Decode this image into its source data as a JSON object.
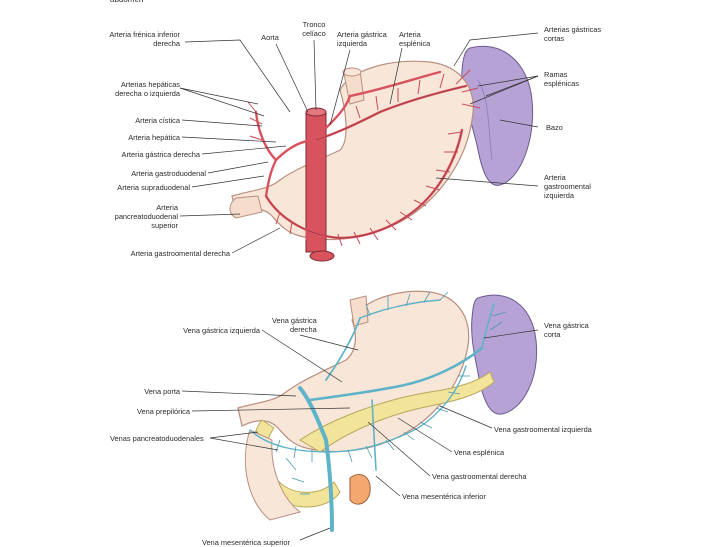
{
  "header_fragment": "abdomen",
  "top": {
    "labels": {
      "frenica_1": "Arteria frénica inferior",
      "frenica_2": "derecha",
      "aorta": "Aorta",
      "tronco_1": "Tronco",
      "tronco_2": "celíaco",
      "gastrica_izq_1": "Arteria gástrica",
      "gastrica_izq_2": "izquierda",
      "esplenica_1": "Arteria",
      "esplenica_2": "esplénica",
      "gastricas_cortas_1": "Arterias gástricas",
      "gastricas_cortas_2": "cortas",
      "hepaticas_1": "Arterias hepáticas",
      "hepaticas_2": "derecha o izquierda",
      "ramas_1": "Ramas",
      "ramas_2": "esplénicas",
      "cistica": "Arteria cística",
      "hepatica": "Arteria hepática",
      "bazo": "Bazo",
      "gastrica_der": "Arteria gástrica derecha",
      "gastroduodenal": "Arteria gastroduodenal",
      "supraduodenal": "Arteria supraduodenal",
      "gastroomental_izq_1": "Arteria",
      "gastroomental_izq_2": "gastroomental",
      "gastroomental_izq_3": "izquierda",
      "pancreato_1": "Arteria",
      "pancreato_2": "pancreatoduodenal",
      "pancreato_3": "superior",
      "gastroomental_der": "Arteria gastroomental derecha"
    }
  },
  "bottom": {
    "labels": {
      "v_gastrica_izq": "Vena gástrica izquierda",
      "v_gastrica_der_1": "Vena gástrica",
      "v_gastrica_der_2": "derecha",
      "v_gastrica_corta_1": "Vena gástrica",
      "v_gastrica_corta_2": "corta",
      "v_porta": "Vena porta",
      "v_prepilorica": "Vena prepilórica",
      "v_gastroomental_izq": "Vena gastroomental izquierda",
      "v_pancreato": "Venas pancreatoduodenales",
      "v_esplenica": "Vena esplénica",
      "v_gastroomental_der": "Vena gastroomental derecha",
      "v_mesenterica_inf": "Vena mesentérica inferior",
      "v_mesenterica_sup": "Vena mesentérica superior"
    }
  },
  "colors": {
    "stomach_fill": "#f8e6d8",
    "stomach_edge": "#b98f80",
    "artery": "#d9535f",
    "artery_edge": "#7a2a33",
    "spleen": "#b7a2d6",
    "spleen_edge": "#6b5a8e",
    "vein": "#5fb3c9",
    "vein_edge": "#2d6f80",
    "pancreas": "#f2e49a",
    "leader": "#333333"
  }
}
